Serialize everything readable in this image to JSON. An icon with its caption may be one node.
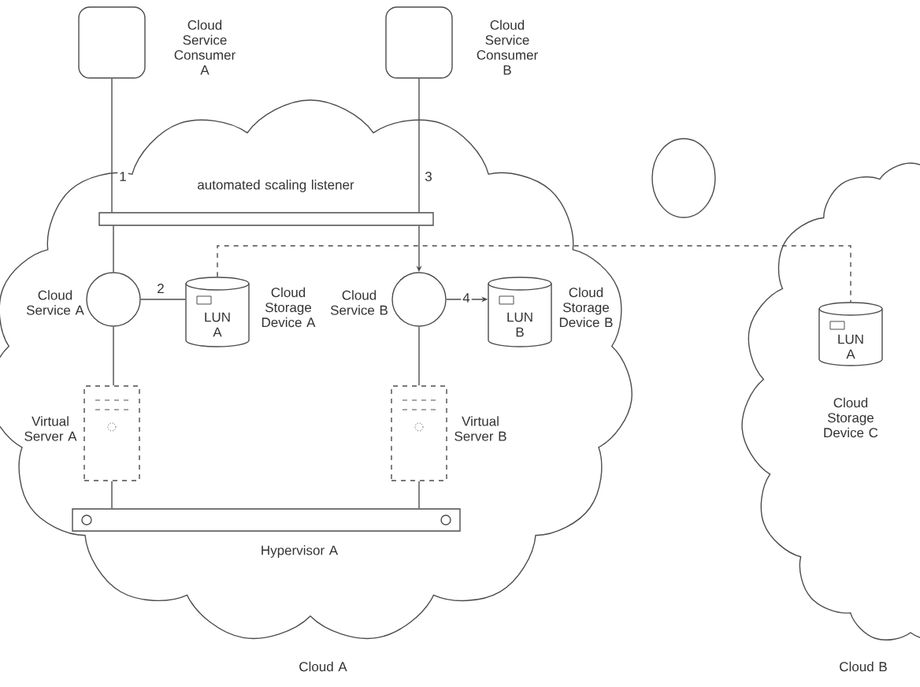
{
  "diagram": {
    "nodes": [
      {
        "text": [
          "Cloud A"
        ]
      },
      {
        "text": [
          "Cloud B"
        ]
      },
      {
        "text": [
          "Cloud Service Consumer A"
        ]
      },
      {
        "text": [
          "Cloud Service Consumer B"
        ]
      },
      {
        "text": [
          "automated scaling listener"
        ],
        "in": 0
      },
      {
        "text": [
          "Cloud Service A"
        ],
        "in": 0
      },
      {
        "text": [
          "LUN A",
          "Cloud Storage Device A"
        ],
        "in": 0
      },
      {
        "text": [
          "Cloud Service B"
        ],
        "in": 0
      },
      {
        "text": [
          "LUN B",
          "Cloud Storage Device B"
        ],
        "in": 0
      },
      {
        "text": [
          "Virtual Server A"
        ],
        "in": 0
      },
      {
        "text": [
          "Virtual Server B"
        ],
        "in": 0
      },
      {
        "text": [
          "Hypervisor A"
        ],
        "in": 0
      },
      {
        "text": [
          "LUN A",
          "Cloud Storage Device C"
        ],
        "in": 1
      },
      {
        "text": [],
        "shape": "circle"
      }
    ],
    "edges": [
      {
        "from": 2,
        "to": 4,
        "arrow": "none",
        "label": "1"
      },
      {
        "from": 4,
        "to": 5,
        "arrow": "none"
      },
      {
        "from": 5,
        "to": 6,
        "arrow": "none",
        "label": "2"
      },
      {
        "from": 3,
        "to": 4,
        "arrow": "none",
        "label": "3"
      },
      {
        "from": 4,
        "to": 7,
        "arrow": "to"
      },
      {
        "from": 7,
        "to": 8,
        "arrow": "to",
        "label": "4"
      },
      {
        "from": 6,
        "to": 12,
        "arrow": "none",
        "style": "dashed"
      },
      {
        "from": 5,
        "to": 9,
        "arrow": "none"
      },
      {
        "from": 7,
        "to": 10,
        "arrow": "none"
      },
      {
        "from": 9,
        "to": 11,
        "arrow": "none"
      },
      {
        "from": 10,
        "to": 11,
        "arrow": "none"
      }
    ]
  }
}
